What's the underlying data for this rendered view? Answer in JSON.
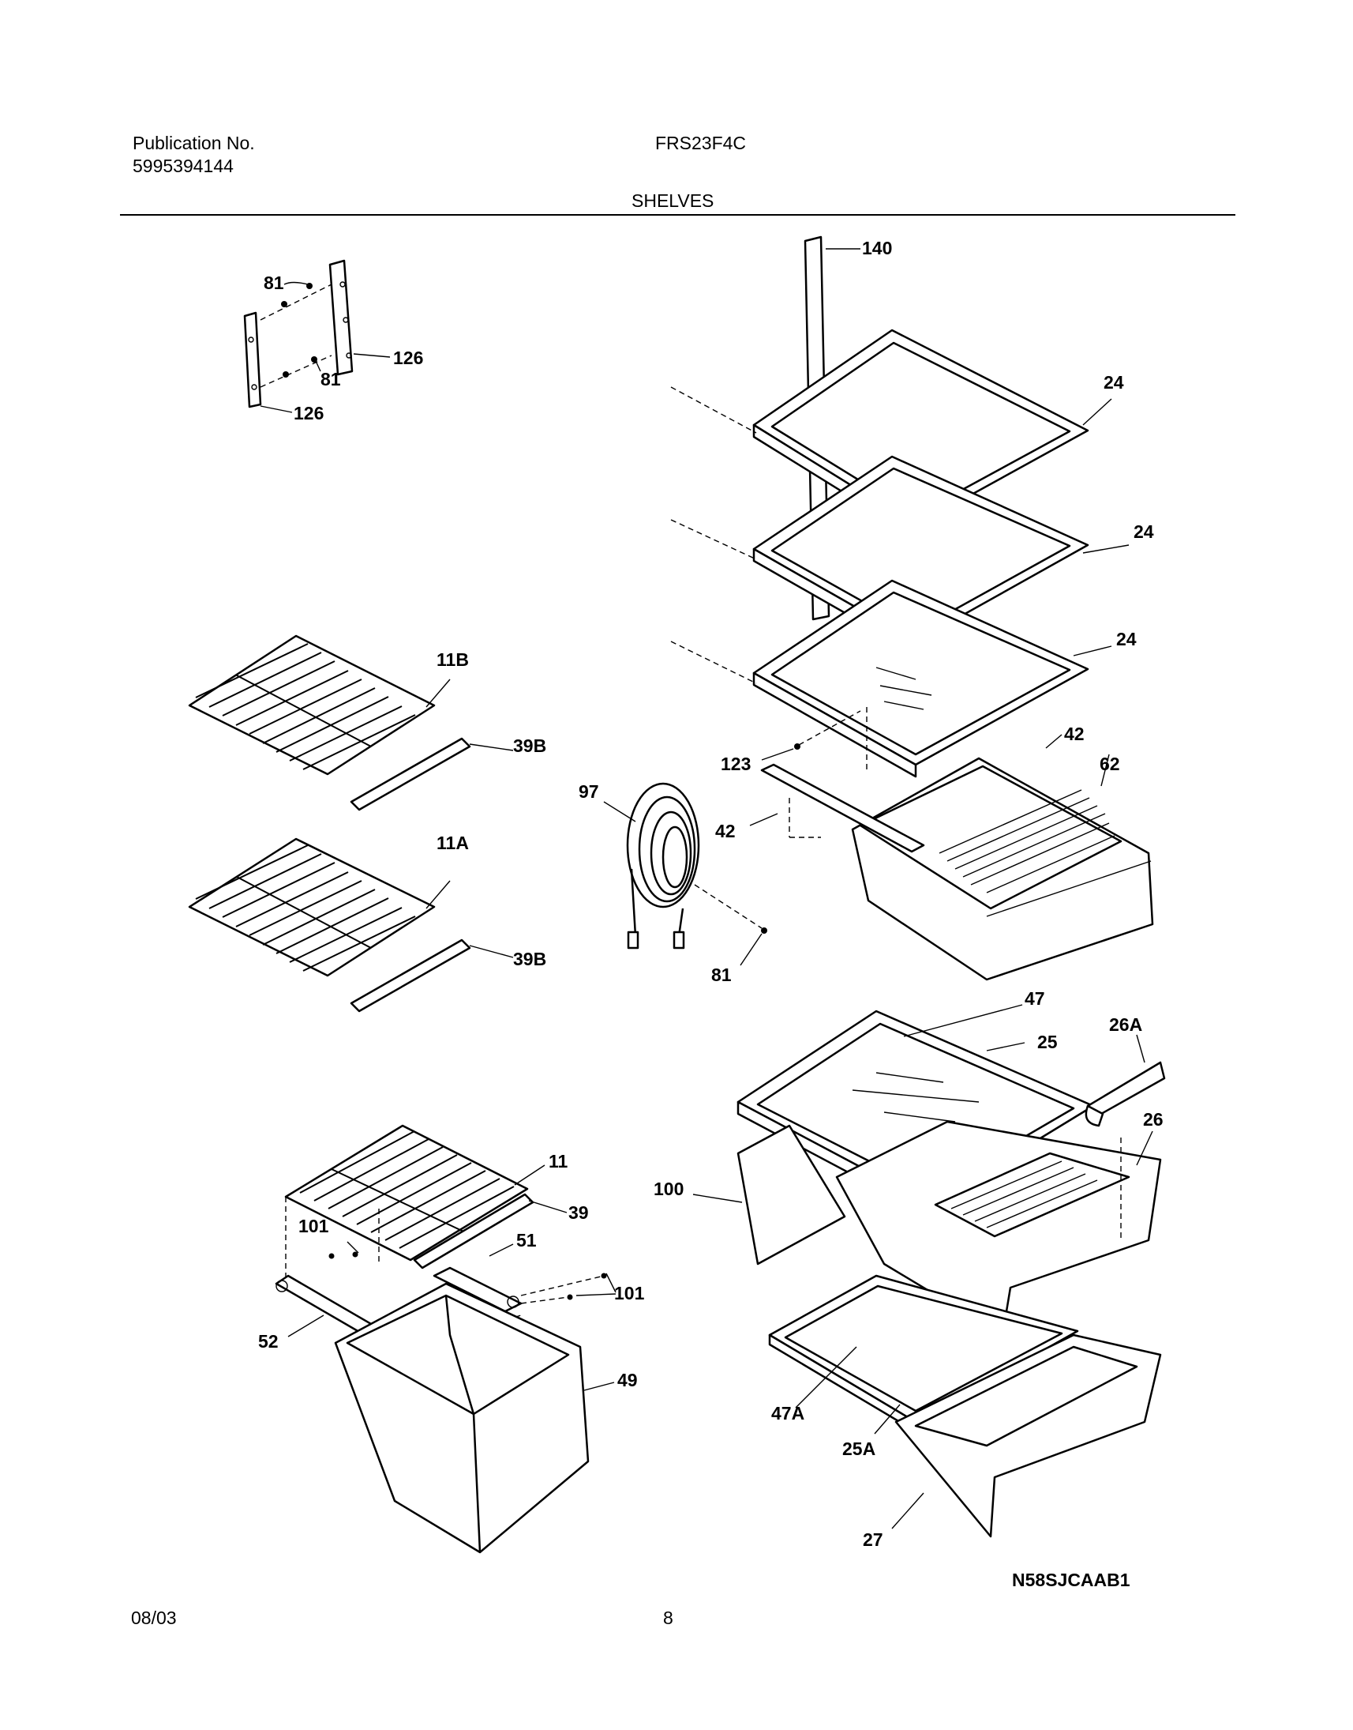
{
  "header": {
    "publication_label": "Publication No.",
    "publication_number": "5995394144",
    "model": "FRS23F4C",
    "section_title": "SHELVES"
  },
  "footer": {
    "date": "08/03",
    "page_number": "8",
    "drawing_code": "N58SJCAAB1"
  },
  "callouts": {
    "c140": "140",
    "c81a": "81",
    "c81b": "81",
    "c126a": "126",
    "c126b": "126",
    "c24a": "24",
    "c24b": "24",
    "c24c": "24",
    "c11b": "11B",
    "c39ba": "39B",
    "c11a": "11A",
    "c39bb": "39B",
    "c123": "123",
    "c42a": "42",
    "c62": "62",
    "c97": "97",
    "c42b": "42",
    "c81c": "81",
    "c47": "47",
    "c26a": "26A",
    "c25": "25",
    "c26": "26",
    "c11": "11",
    "c39": "39",
    "c100": "100",
    "c101a": "101",
    "c51": "51",
    "c101b": "101",
    "c52": "52",
    "c49": "49",
    "c47a": "47A",
    "c25a": "25A",
    "c27": "27"
  }
}
